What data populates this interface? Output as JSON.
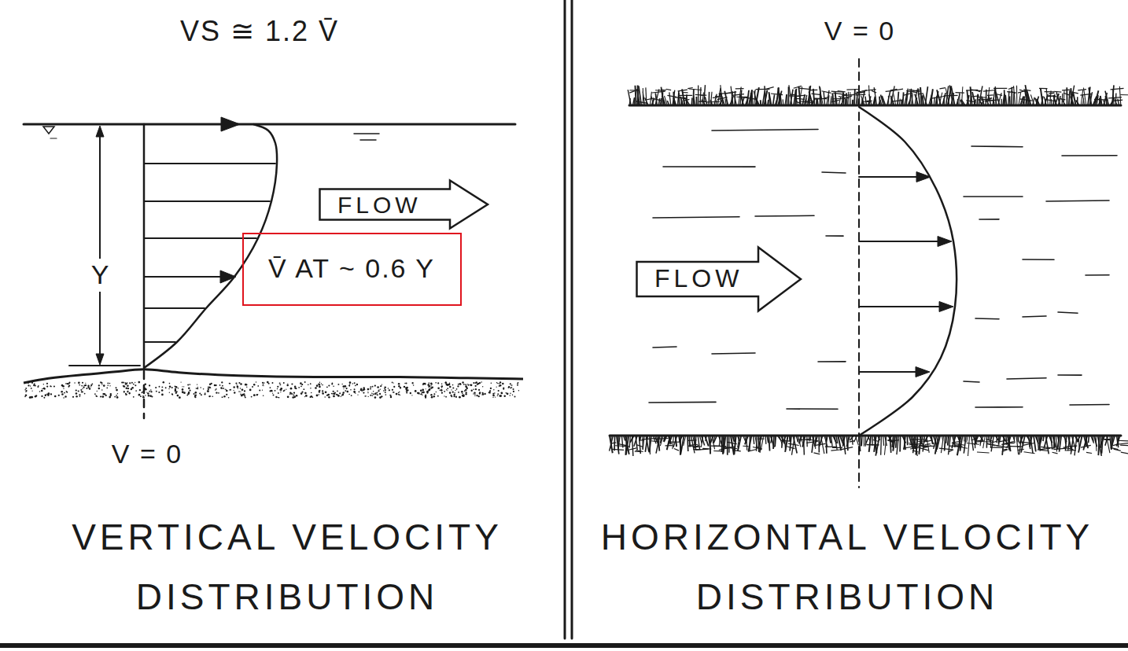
{
  "diagram": {
    "nodes": [
      {
        "text": [
          "FLOW"
        ]
      },
      {
        "text": [
          "V̄ AT ~ 0.6 Y"
        ]
      },
      {
        "text": [
          "FLOW"
        ]
      }
    ],
    "labels": [
      "VS ≅ 1.2 V̄",
      "Y",
      "V = 0",
      "VERTICAL VELOCITY DISTRIBUTION",
      "V = 0",
      "HORIZONTAL VELOCITY DISTRIBUTION"
    ]
  }
}
